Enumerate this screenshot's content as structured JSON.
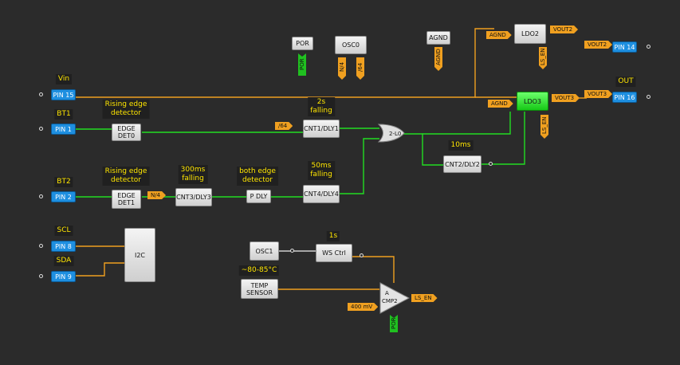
{
  "pins": {
    "pin15": "PIN 15",
    "pin1": "PIN 1",
    "pin2": "PIN 2",
    "pin8": "PIN 8",
    "pin9": "PIN 9",
    "pin14": "PIN 14",
    "pin16": "PIN 16"
  },
  "labels": {
    "vin": "Vin",
    "bt1": "BT1",
    "bt2": "BT2",
    "scl": "SCL",
    "sda": "SDA",
    "out": "OUT",
    "rising1": "Rising edge\ndetector",
    "rising2": "Rising edge\ndetector",
    "two_s": "2s\nfalling",
    "three_hundred": "300ms\nfalling",
    "both_edge": "both edge\ndetector",
    "fifty": "50ms\nfalling",
    "ten_ms": "10ms",
    "one_s": "1s",
    "temp_range": "~80-85°C"
  },
  "blocks": {
    "por": "POR",
    "osc0": "OSC0",
    "agnd": "AGND",
    "ldo2": "LDO2",
    "ldo3": "LDO3",
    "edge0": "EDGE\nDET0",
    "cnt1": "CNT1/DLY1",
    "l0": "2-L0",
    "cnt2": "CNT2/DLY2",
    "edge1": "EDGE\nDET1",
    "cnt3": "CNT3/DLY3",
    "pdly": "P DLY",
    "cnt4": "CNT4/DLY4",
    "i2c": "I2C",
    "osc1": "OSC1",
    "wsctrl": "WS Ctrl",
    "temp": "TEMP\nSENSOR",
    "acmp": "A\nCMP2"
  },
  "tags": {
    "agnd_ldo2": "AGND",
    "vout2": "VOUT2",
    "vout2_pin": "VOUT2",
    "agnd_ldo3": "AGND",
    "vout3": "VOUT3",
    "vout3_pin": "VOUT3",
    "div64_cnt1": "/64",
    "n4_cnt3": "N/4",
    "mv400": "400 mV",
    "ls_en_out": "LS_EN"
  },
  "vtags": {
    "por_out": "POR",
    "osc_n4": "N/4",
    "osc_64": "/64",
    "agnd_out": "AGND",
    "ls_en_ldo2": "LS_EN",
    "ls_en_ldo3": "LS_EN",
    "por_acmp": "POR"
  },
  "colors": {
    "green_wire": "#22dd22",
    "orange_wire": "#f0a020",
    "pin": "#1e8fe0"
  }
}
